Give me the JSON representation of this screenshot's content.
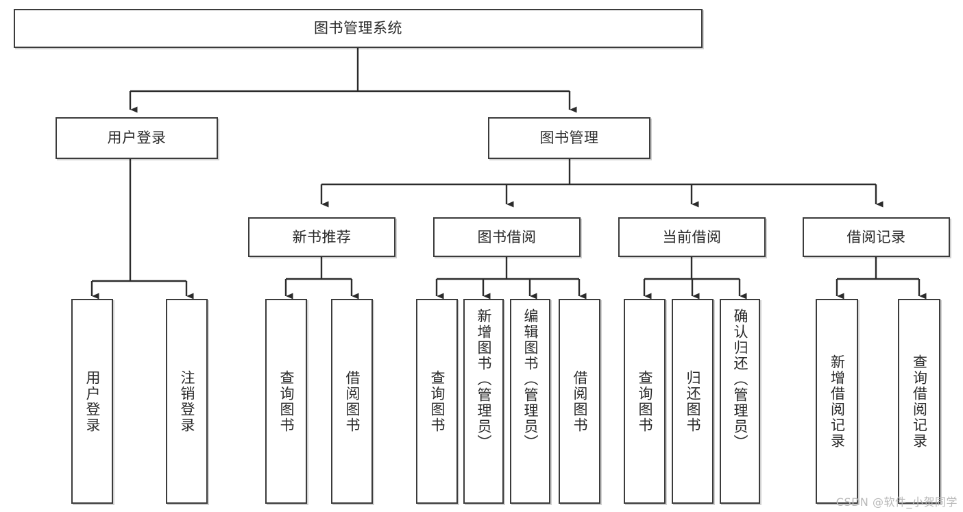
{
  "diagram": {
    "title": "图书管理系统",
    "type": "hierarchy-tree",
    "watermark": "CSDN @软件_小贺同学",
    "colors": {
      "box_border": "#3b3b3b",
      "box_fill": "#ffffff",
      "connector": "#2b2b2b",
      "text": "#2b2b2b",
      "watermark": "#b8b8b8"
    },
    "nodes": {
      "root": {
        "label": "图书管理系统"
      },
      "level2": [
        {
          "id": "user-login",
          "label": "用户登录"
        },
        {
          "id": "book-management",
          "label": "图书管理"
        }
      ],
      "level3": [
        {
          "id": "new-book-recommend",
          "label": "新书推荐"
        },
        {
          "id": "book-borrow",
          "label": "图书借阅"
        },
        {
          "id": "current-borrow",
          "label": "当前借阅"
        },
        {
          "id": "borrow-record",
          "label": "借阅记录"
        }
      ],
      "leaves": {
        "user-login": [
          {
            "id": "leaf-user-login",
            "label": "用户登录"
          },
          {
            "id": "leaf-logout",
            "label": "注销登录"
          }
        ],
        "new-book-recommend": [
          {
            "id": "leaf-query-book-1",
            "label": "查询图书"
          },
          {
            "id": "leaf-borrow-book-1",
            "label": "借阅图书"
          }
        ],
        "book-borrow": [
          {
            "id": "leaf-query-book-2",
            "label": "查询图书"
          },
          {
            "id": "leaf-add-book",
            "label": "新增图书（管理员）"
          },
          {
            "id": "leaf-edit-book",
            "label": "编辑图书（管理员）"
          },
          {
            "id": "leaf-borrow-book-2",
            "label": "借阅图书"
          }
        ],
        "current-borrow": [
          {
            "id": "leaf-query-book-3",
            "label": "查询图书"
          },
          {
            "id": "leaf-return-book",
            "label": "归还图书"
          },
          {
            "id": "leaf-confirm-return",
            "label": "确认归还（管理员）"
          }
        ],
        "borrow-record": [
          {
            "id": "leaf-add-record",
            "label": "新增借阅记录"
          },
          {
            "id": "leaf-query-record",
            "label": "查询借阅记录"
          }
        ]
      }
    }
  }
}
